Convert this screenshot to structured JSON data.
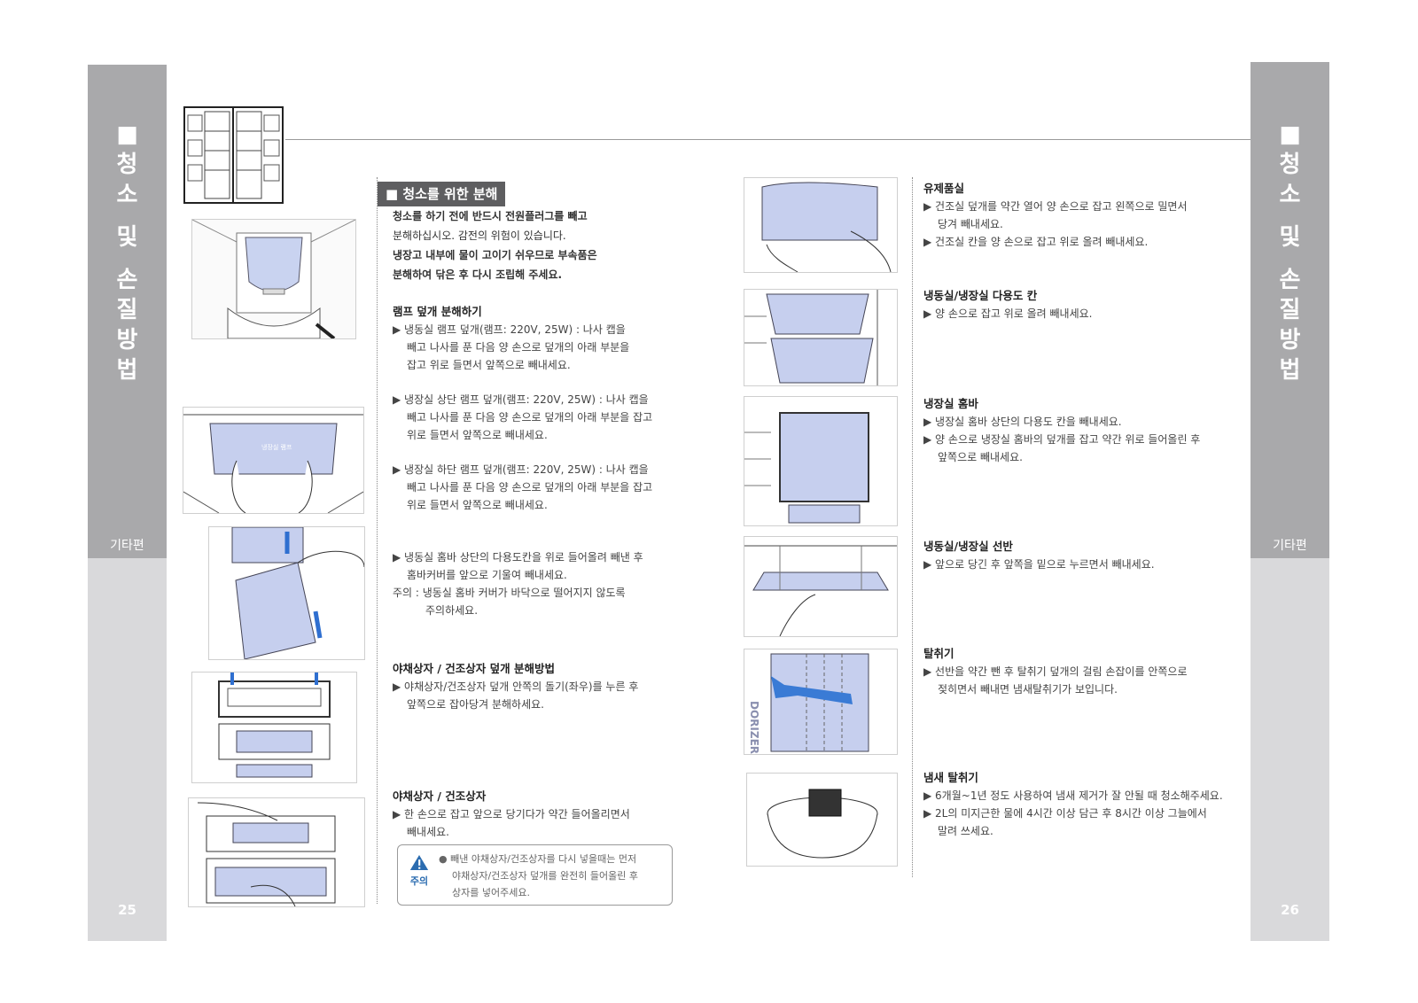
{
  "side_left": {
    "title_chars": [
      "■",
      "청",
      "소",
      "",
      "및",
      "",
      "손",
      "질",
      "방",
      "법"
    ],
    "label": "기타편",
    "page": "25"
  },
  "side_right": {
    "title_chars": [
      "■",
      "청",
      "소",
      "",
      "및",
      "",
      "손",
      "질",
      "방",
      "법"
    ],
    "label": "기타편",
    "page": "26"
  },
  "left_page": {
    "heading": "■ 청소를 위한 분해",
    "intro": [
      "청소를 하기 전에 반드시 전원플러그를 빼고",
      "분해하십시오. 감전의 위험이 있습니다.",
      "냉장고 내부에 물이 고이기 쉬우므로 부속품은",
      "분해하여 닦은 후 다시 조립해 주세요."
    ],
    "lamp": {
      "title": "램프 덮개 분해하기",
      "item1": [
        "▶ 냉동실 램프 덮개(램프: 220V, 25W) : 나사 캡을",
        "빼고 나사를 푼 다음 양 손으로 덮개의 아래 부분을",
        "잡고 위로 들면서 앞쪽으로 빼내세요."
      ],
      "item2": [
        "▶ 냉장실 상단 램프 덮개(램프: 220V, 25W) : 나사 캡을",
        "빼고 나사를 푼 다음 양 손으로 덮개의 아래 부분을 잡고",
        "위로 들면서 앞쪽으로 빼내세요."
      ],
      "item3": [
        "▶ 냉장실 하단 램프 덮개(램프: 220V, 25W) : 나사 캡을",
        "빼고 나사를 푼 다음 양 손으로 덮개의 아래 부분을 잡고",
        "위로 들면서 앞쪽으로 빼내세요."
      ]
    },
    "homebar": {
      "item": [
        "▶ 냉동실 홈바 상단의 다용도칸을 위로 들어올려 빼낸 후",
        "홈바커버를 앞으로 기울여 빼내세요."
      ],
      "note": [
        "주의 : 냉동실 홈바 커버가 바닥으로 떨어지지 않도록",
        "주의하세요."
      ]
    },
    "veg_cover": {
      "title": "야채상자 / 건조상자 덮개 분해방법",
      "item": [
        "▶ 야채상자/건조상자 덮개 안쪽의 돌기(좌우)를 누른 후",
        "앞쪽으로 잡아당겨 분해하세요."
      ]
    },
    "veg_box": {
      "title": "야채상자 / 건조상자",
      "item": [
        "▶ 한 손으로 잡고 앞으로 당기다가 약간 들어올리면서",
        "빼내세요."
      ]
    },
    "caution": {
      "label": "주의",
      "text": [
        "● 빼낸 야채상자/건조상자를 다시 넣을때는 먼저",
        "야채상자/건조상자 덮개를 완전히 들어올린 후",
        "상자를 넣어주세요."
      ]
    }
  },
  "right_page": {
    "dairy": {
      "title": "유제품실",
      "items": [
        [
          "▶ 건조실 덮개를 약간 열어 양 손으로 잡고 왼쪽으로 밀면서",
          "당겨 빼내세요."
        ],
        [
          "▶ 건조실 칸을 양 손으로 잡고 위로 올려 빼내세요."
        ]
      ]
    },
    "door_bin": {
      "title": "냉동실/냉장실 다용도 칸",
      "items": [
        [
          "▶ 양 손으로 잡고 위로 올려 빼내세요."
        ]
      ]
    },
    "fridge_homebar": {
      "title": "냉장실 홈바",
      "items": [
        [
          "▶ 냉장실 홈바 상단의 다용도 칸을 빼내세요."
        ],
        [
          "▶ 양 손으로 냉장실 홈바의 덮개를 잡고 약간 위로 들어올린 후",
          "앞쪽으로 빼내세요."
        ]
      ]
    },
    "shelf": {
      "title": "냉동실/냉장실 선반",
      "items": [
        [
          "▶ 앞으로 당긴 후 앞쪽을 밑으로 누르면서 빼내세요."
        ]
      ]
    },
    "deodorizer": {
      "title": "탈취기",
      "items": [
        [
          "▶ 선반을 약간 뺀 후 탈취기 덮개의 걸림 손잡이를 안쪽으로",
          "젖히면서 빼내면 냄새탈취기가 보입니다."
        ]
      ],
      "illus_text": "DORIZER"
    },
    "odor_remover": {
      "title": "냄새 탈취기",
      "items": [
        [
          "▶ 6개월~1년 정도 사용하여 냄새 제거가 잘 안될 때 청소해주세요."
        ],
        [
          "▶ 2L의 미지근한 물에 4시간 이상 담근 후 8시간 이상 그늘에서",
          "말려 쓰세요."
        ]
      ]
    }
  },
  "illus_lamp_label": "냉장실 램프"
}
